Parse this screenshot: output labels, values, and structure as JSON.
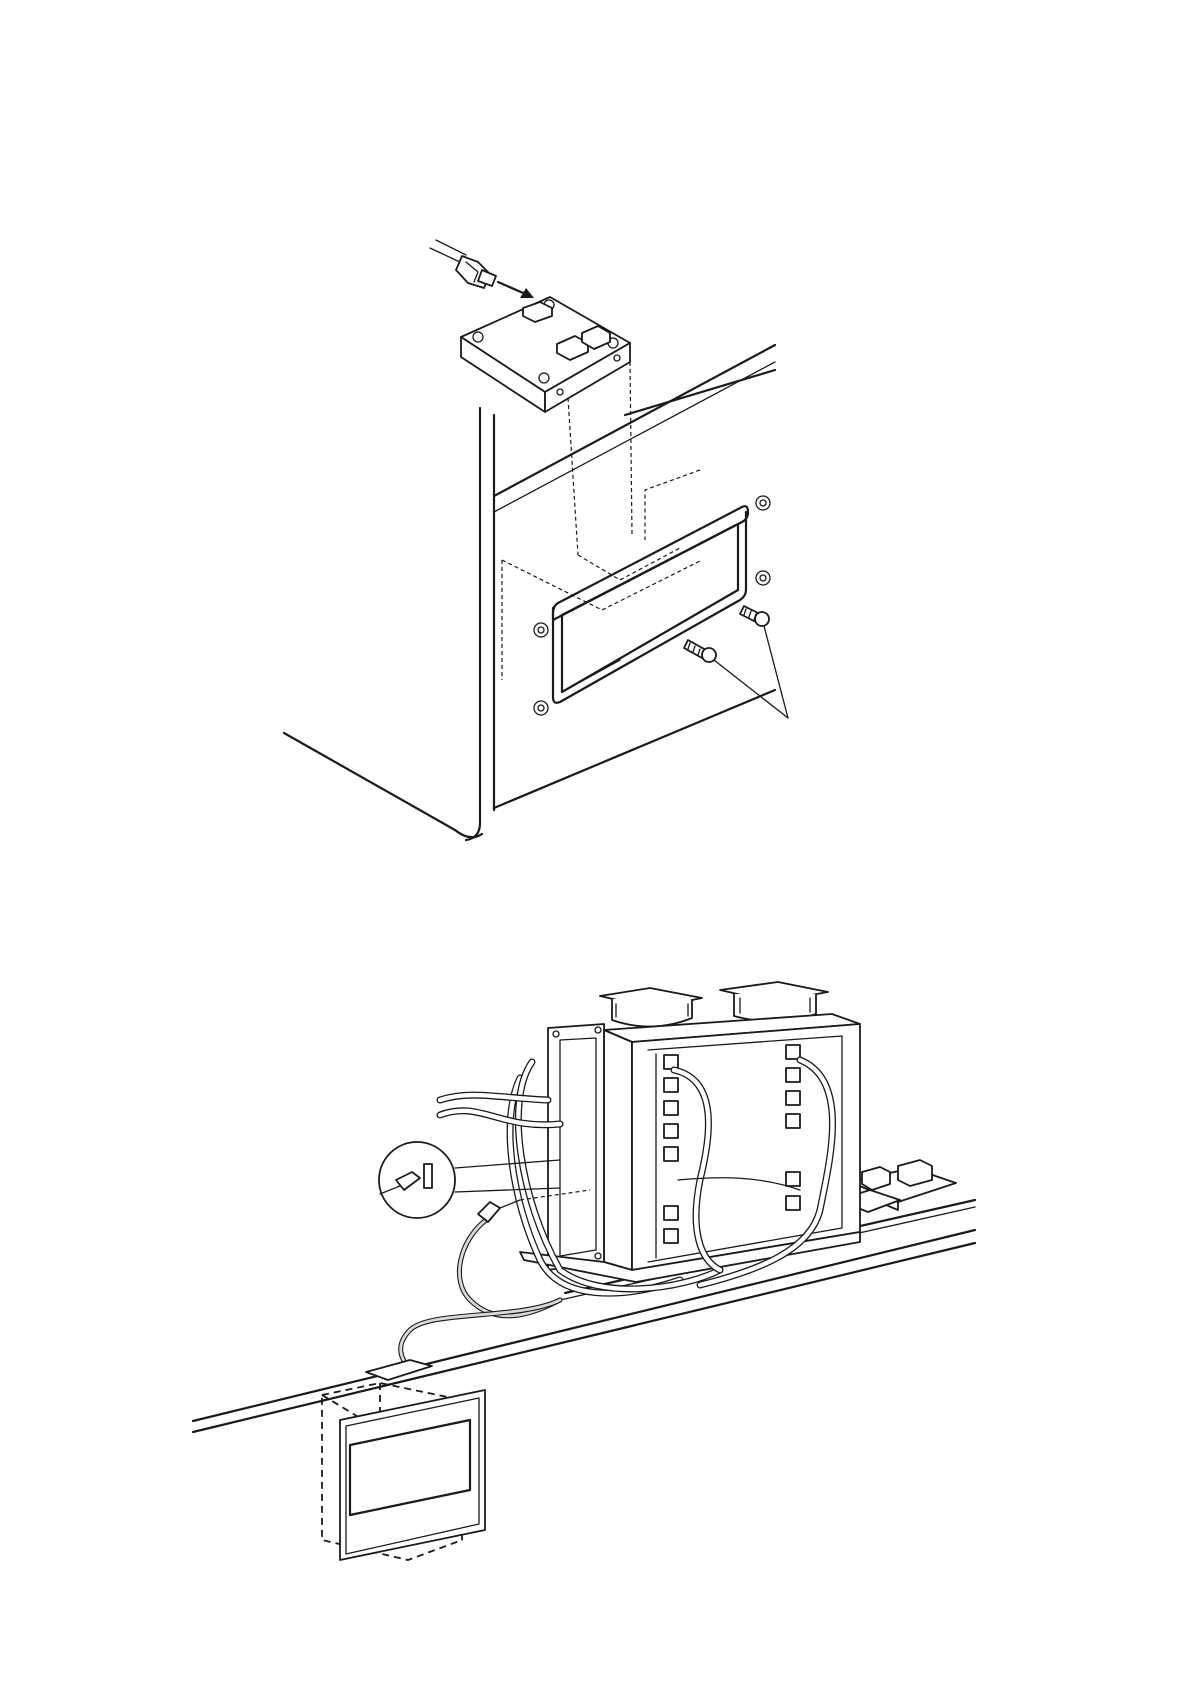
{
  "figures": [
    {
      "id": "top",
      "subject": "connector-board-mounting"
    },
    {
      "id": "bottom",
      "subject": "cable-routing-to-opening"
    }
  ],
  "colors": {
    "line": "#1a1a1a",
    "background": "#ffffff",
    "cable_fill": "#d9d9d9"
  }
}
